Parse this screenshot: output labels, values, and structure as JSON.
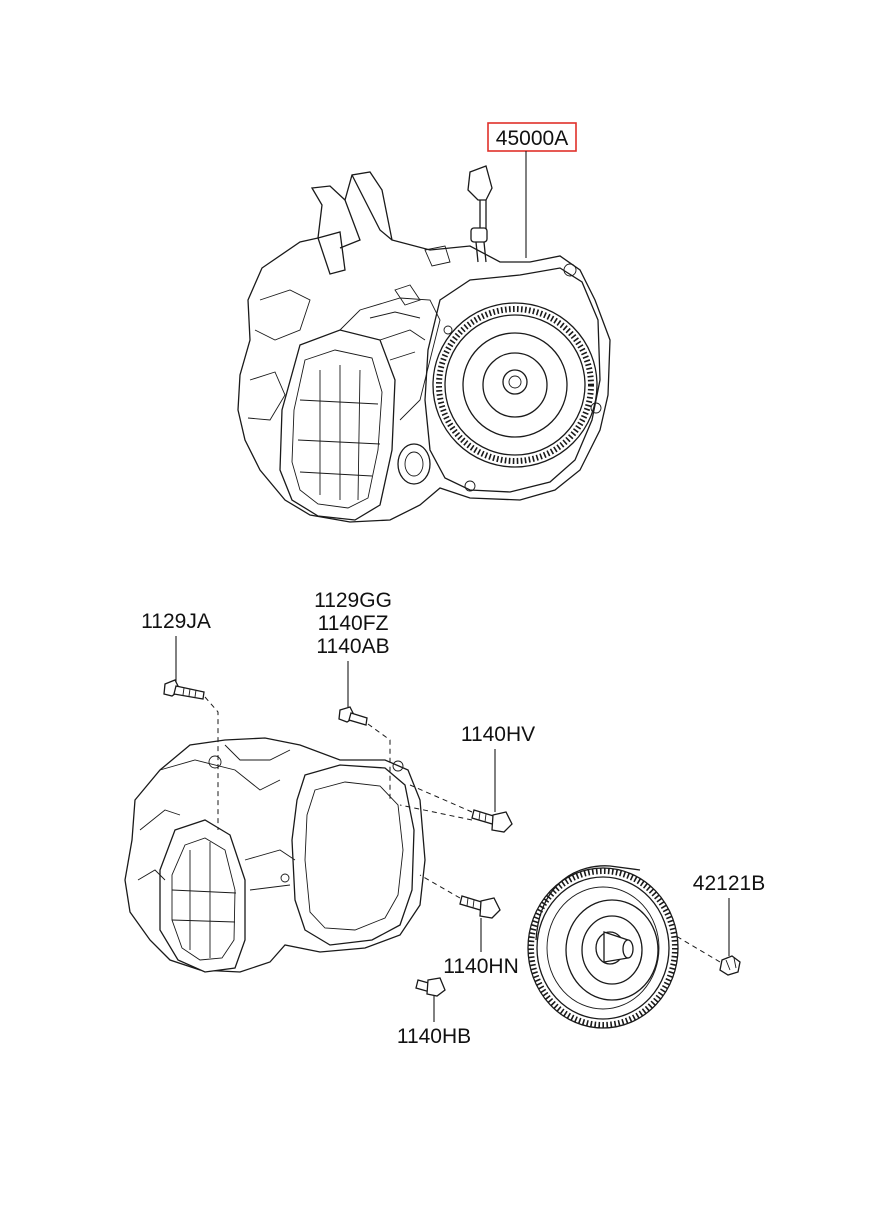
{
  "labels": {
    "highlighted": "45000A",
    "bolt_1129JA": "1129JA",
    "bolt_group_line1": "1129GG",
    "bolt_group_line2": "1140FZ",
    "bolt_group_line3": "1140AB",
    "bolt_1140HV": "1140HV",
    "bolt_1140HN": "1140HN",
    "bolt_1140HB": "1140HB",
    "nut_42121B": "42121B"
  },
  "colors": {
    "highlight_border": "#e0302a",
    "line": "#1a1a1a",
    "background": "#ffffff"
  }
}
